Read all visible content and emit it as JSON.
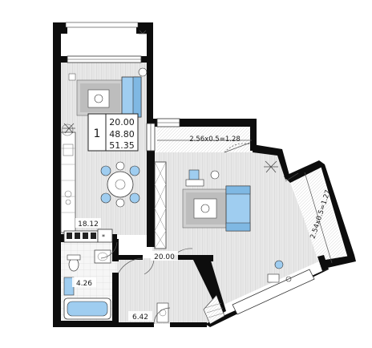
{
  "summary": {
    "rooms": "1",
    "living_area": "20.00",
    "total_area": "48.80",
    "total_area_with_balconies": "51.35"
  },
  "rooms": {
    "kitchen_living": "18.12",
    "bedroom": "20.00",
    "bathroom": "4.26",
    "hallway": "6.42"
  },
  "balconies": {
    "balcony_top": "2.56x0.5=1.28",
    "balcony_right": "2.54x0.5=1.27"
  },
  "colors": {
    "wall": "#0d0d0d",
    "floor": "#d9d9d9",
    "furniture_accent": "#9fcdf0",
    "tile": "#f7f7f7"
  }
}
